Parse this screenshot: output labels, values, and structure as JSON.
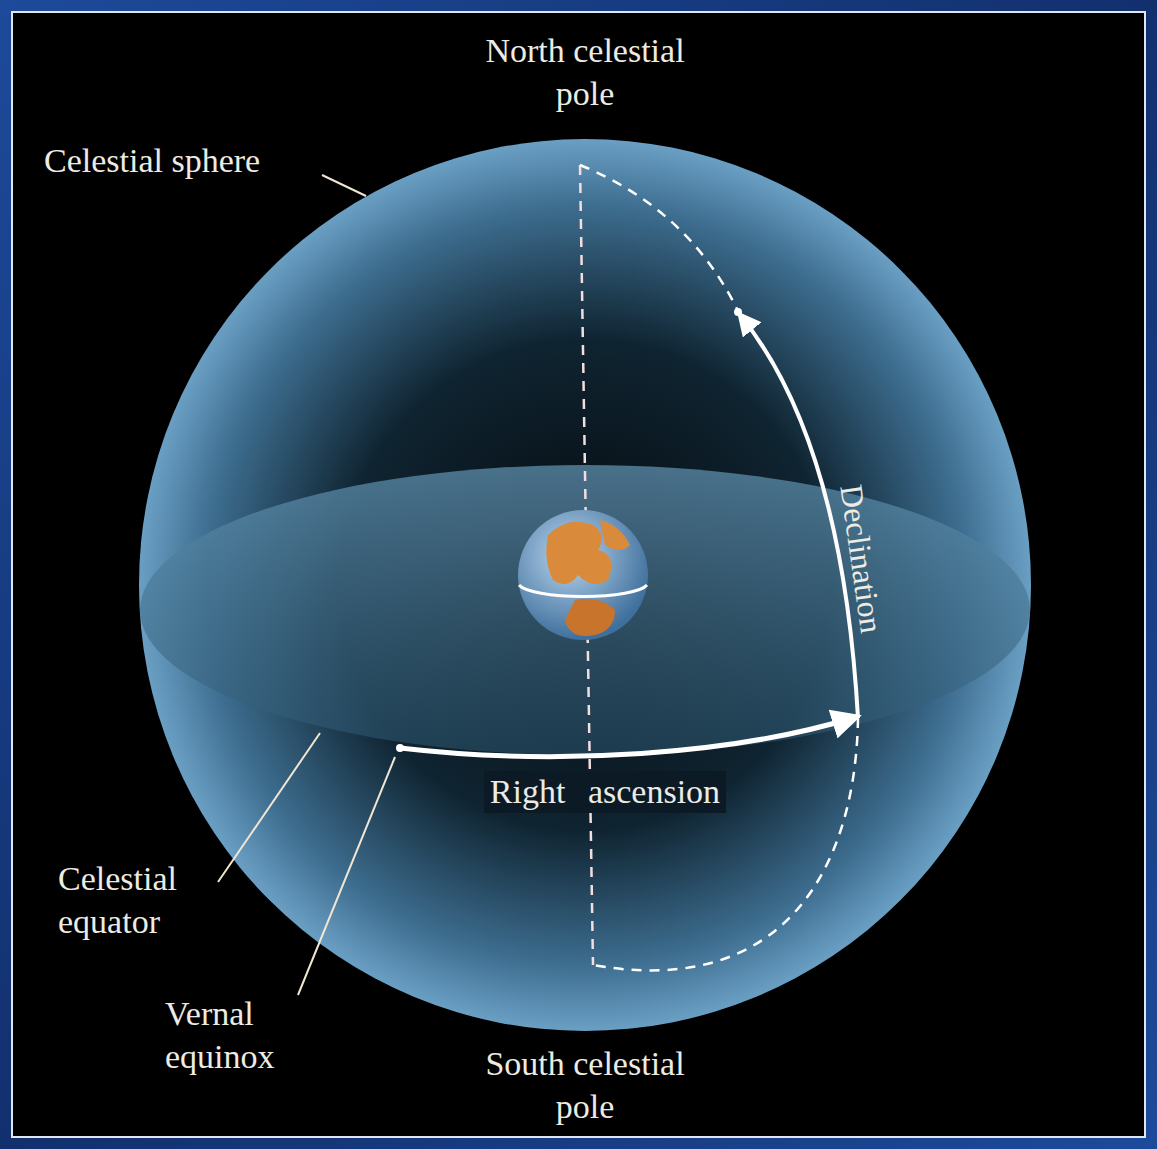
{
  "diagram": {
    "labels": [
      "North celestial pole",
      "Celestial sphere",
      "Declination",
      "Right ascension",
      "Celestial equator",
      "Vernal equinox",
      "South celestial pole"
    ]
  }
}
